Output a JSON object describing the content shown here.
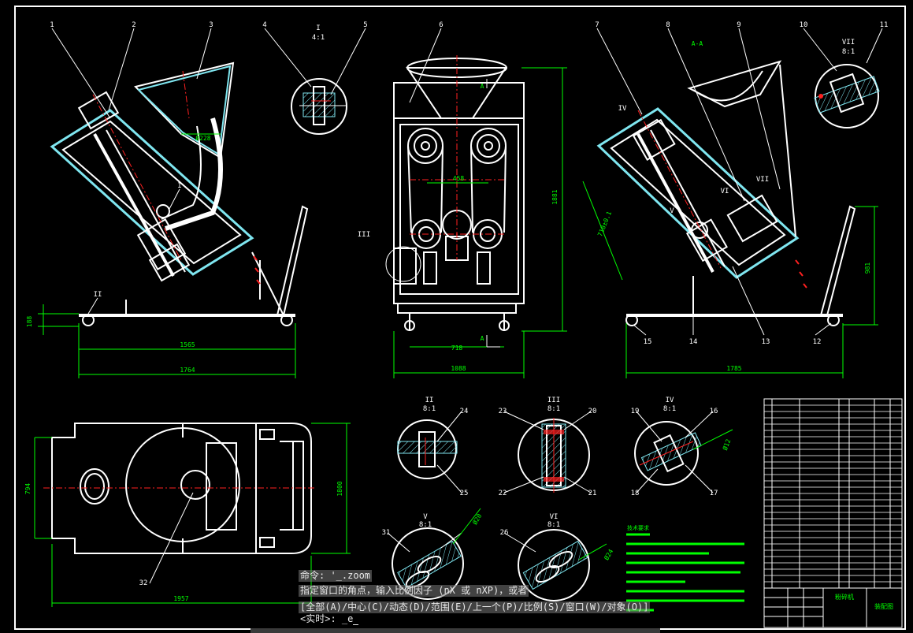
{
  "drawing": {
    "view_labels": {
      "side_left_view": "",
      "section_label": "A-A",
      "detail_I": {
        "id": "I",
        "scale": "4:1"
      },
      "detail_II": {
        "id": "II",
        "scale": "8:1"
      },
      "detail_III": {
        "id": "III",
        "scale": "8:1"
      },
      "detail_IV": {
        "id": "IV",
        "scale": "8:1"
      },
      "detail_V": {
        "id": "V",
        "scale": "8:1"
      },
      "detail_VI": {
        "id": "VI",
        "scale": "8:1"
      },
      "detail_VII": {
        "id": "VII",
        "scale": "8:1"
      }
    },
    "balloons_top": [
      "1",
      "2",
      "3",
      "4",
      "5",
      "6",
      "7",
      "8",
      "9",
      "10",
      "11"
    ],
    "balloons_bottom_right": [
      "15",
      "14",
      "13",
      "12"
    ],
    "balloons_details": [
      "24",
      "25",
      "23",
      "20",
      "22",
      "21",
      "19",
      "16",
      "18",
      "17",
      "31",
      "26",
      "32"
    ],
    "dimensions": {
      "left_width_inner": "1565",
      "left_width_outer": "1764",
      "left_height": "188",
      "left_pipe_dia": "Ø228",
      "center_gap": "458",
      "center_height": "1881",
      "center_width_inner": "718",
      "center_width_outer": "1088",
      "right_angle_dim": "718±0.1",
      "right_height": "981",
      "right_width": "1785",
      "plan_height_left": "794",
      "plan_height_right": "1800",
      "plan_width": "1957",
      "detail_IV_dia": "Ø12",
      "detail_V_dia": "Ø20",
      "detail_VI_dia": "Ø24"
    },
    "callout_markers": [
      "I",
      "II",
      "III",
      "IV",
      "V",
      "VI",
      "VII"
    ],
    "section_marker": "A",
    "tech_notes_title": "技术要求",
    "title_block": {
      "name": "粉碎机",
      "drawing_no": "装配图"
    }
  },
  "command_window": {
    "history_line_1": "命令: '_.zoom",
    "history_line_2": "指定窗口的角点，输入比例因子 (nX 或 nXP)，或者",
    "options_line": "[全部(A)/中心(C)/动态(D)/范围(E)/上一个(P)/比例(S)/窗口(W)/对象(O)]",
    "prompt_label": "<实时>:",
    "prompt_value": "_e"
  },
  "colors": {
    "background": "#000000",
    "geometry": "#ffffff",
    "dimension": "#00ff00",
    "housing": "#7fe6f0",
    "centerline": "#ff2020"
  }
}
